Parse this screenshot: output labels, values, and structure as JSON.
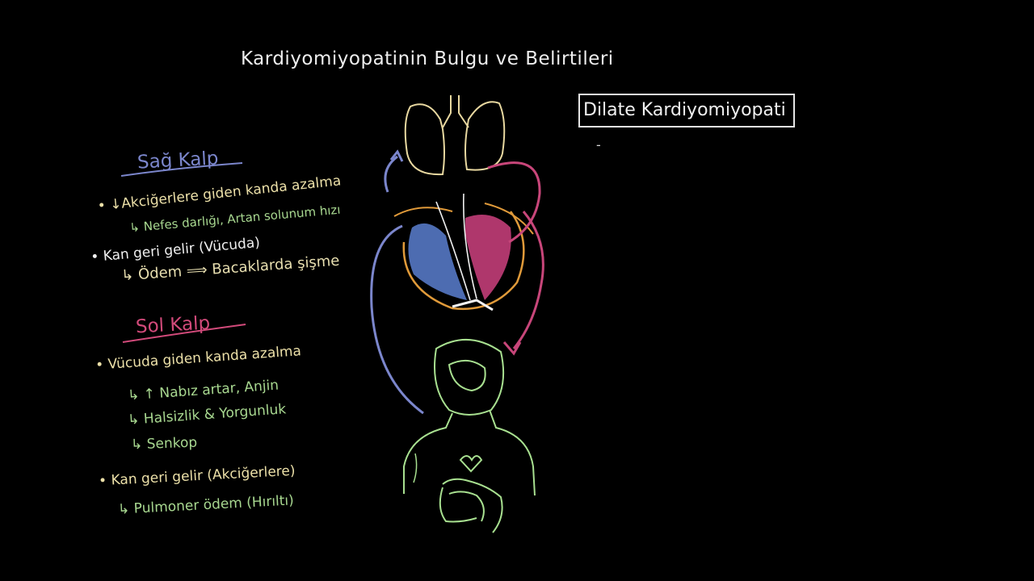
{
  "title": "Kardiyomiyopatinin Bulgu ve Belirtileri",
  "box_label": "Dilate Kardiyomiyopati",
  "box_dash": "-",
  "right_heart": {
    "heading": "Sağ Kalp",
    "lines": [
      "• ↓Akciğerlere giden kanda azalma",
      "↳ Nefes darlığı, Artan solunum hızı",
      "• Kan geri gelir (Vücuda)",
      "↳ Ödem  ⟹ Bacaklarda şişme"
    ]
  },
  "left_heart": {
    "heading": "Sol Kalp",
    "lines": [
      "•   Vücuda giden kanda azalma",
      "↳ ↑ Nabız artar, Anjin",
      "↳ Halsizlik & Yorgunluk",
      "↳ Senkop",
      "• Kan geri gelir (Akciğerlere)",
      "↳ Pulmoner ödem (Hırıltı)"
    ]
  },
  "colors": {
    "background": "#000000",
    "blue": "#7b86cc",
    "magenta": "#c8467a",
    "lungs": "#e8d8a0",
    "heart_outline": "#e09a3a",
    "body_outline": "#a8e090"
  },
  "icons": [
    "lungs-icon",
    "heart-icon",
    "human-body-icon",
    "intestines-icon"
  ]
}
